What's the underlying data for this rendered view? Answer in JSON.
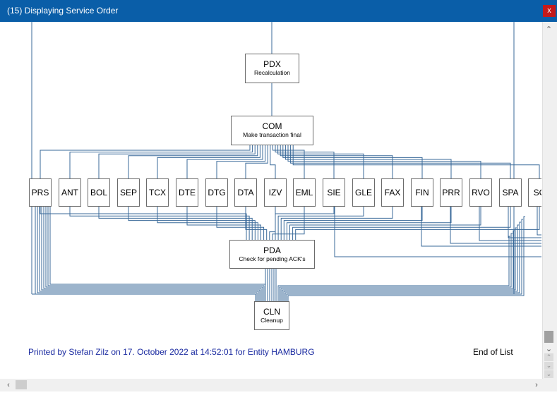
{
  "window": {
    "title": "(15) Displaying Service Order",
    "close_label": "x"
  },
  "main_nodes": [
    {
      "id": "pdx",
      "code": "PDX",
      "desc": "Recalculation"
    },
    {
      "id": "com",
      "code": "COM",
      "desc": "Make transaction final"
    },
    {
      "id": "pda",
      "code": "PDA",
      "desc": "Check for pending ACK's"
    },
    {
      "id": "cln",
      "code": "CLN",
      "desc": "Cleanup"
    }
  ],
  "task_nodes": [
    "PRS",
    "ANT",
    "BOL",
    "SEP",
    "TCX",
    "DTE",
    "DTG",
    "DTA",
    "IZV",
    "EML",
    "SIE",
    "GLE",
    "FAX",
    "FIN",
    "PRR",
    "RVO",
    "SPA",
    "SC"
  ],
  "footer": {
    "printed": "Printed by Stefan Zilz on 17. October 2022 at 14:52:01 for Entity HAMBURG",
    "end": "End of List"
  },
  "colors": {
    "titlebar": "#0a5ea8",
    "close": "#c41a1a",
    "connector": "#3a6a9a",
    "footer_text": "#1a2aa0"
  },
  "icons": {
    "scroll_up": "chevron-up-icon",
    "scroll_down": "chevron-down-icon",
    "scroll_left": "chevron-left-icon",
    "scroll_right": "chevron-right-icon"
  }
}
